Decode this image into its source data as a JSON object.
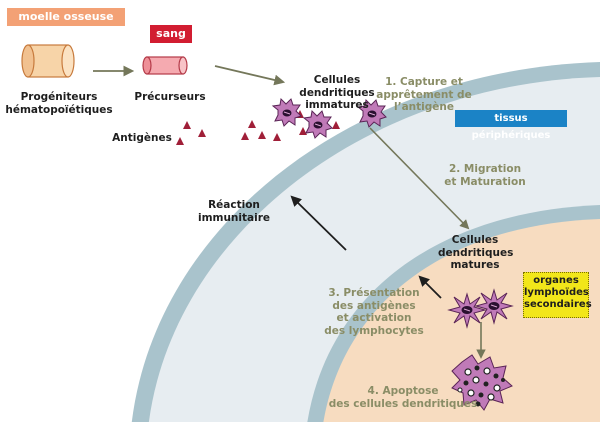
{
  "colors": {
    "background": "#ffffff",
    "periphery_zone": "#e7edf1",
    "periphery_band": "#a9c3cc",
    "lymphoid_zone": "#f7dcc0",
    "lymphoid_band": "#a9c3cc",
    "cell_purple": "#c07ab8",
    "cell_nucleus": "#2a1030",
    "antigen": "#a01f38",
    "arrow_dark": "#1e1e1e",
    "arrow_olive": "#74775a",
    "tag_marrow": "#f3a175",
    "tag_blood": "#d21d31",
    "tag_tissue": "#1b83c6",
    "tag_lymphoid": "#f2e61a"
  },
  "tags": {
    "marrow": "moelle osseuse",
    "blood": "sang",
    "tissue": "tissus périphériques",
    "lymphoid": "organes\nlymphoïdes\nsecondaires"
  },
  "labels": {
    "progenitors": "Progéniteurs\nhématopoïétiques",
    "precursors": "Précurseurs",
    "antigens": "Antigènes",
    "immature_cells": "Cellules\ndendritiques\nimmatures",
    "mature_cells": "Cellules\ndendritiques\nmatures",
    "immune_reaction": "Réaction\nimmunitaire"
  },
  "steps": {
    "step1": "1. Capture et\napprêtement de\nl’antigène",
    "step2": "2. Migration\net Maturation",
    "step3": "3. Présentation\ndes antigènes\net activation\ndes lymphocytes",
    "step4": "4. Apoptose\ndes cellules dendritiques"
  }
}
